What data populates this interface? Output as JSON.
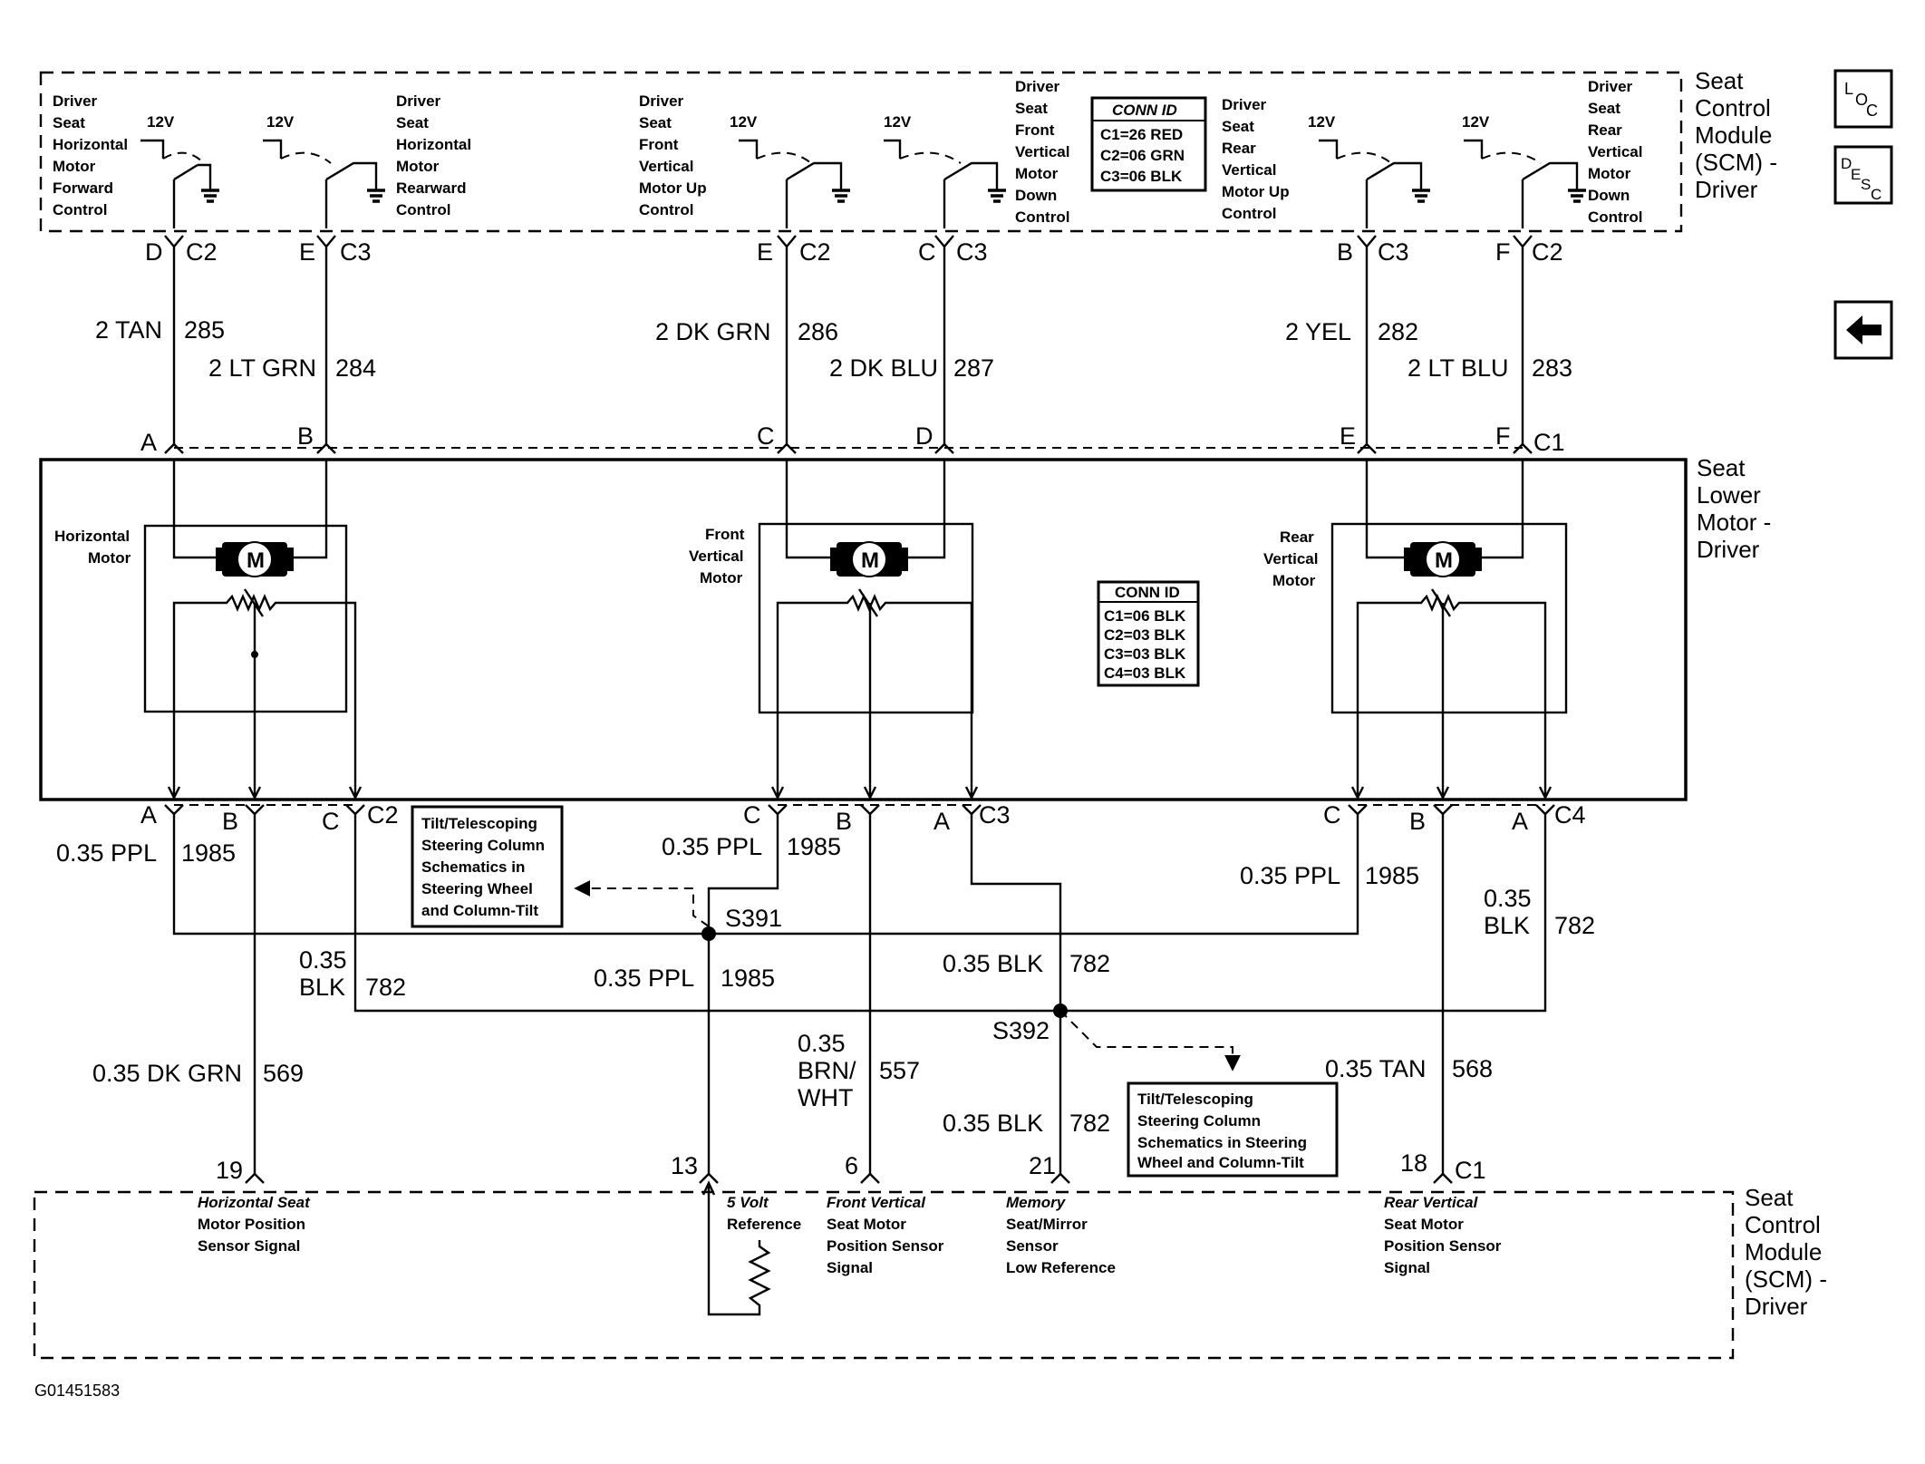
{
  "figure_id": "G01451583",
  "top_module_label": [
    "Seat",
    "Control",
    "Module",
    "(SCM) -",
    "Driver"
  ],
  "bottom_module_label": [
    "Seat",
    "Control",
    "Module",
    "(SCM) -",
    "Driver"
  ],
  "lower_motor_label": [
    "Seat",
    "Lower",
    "Motor -",
    "Driver"
  ],
  "nav_buttons": {
    "loc": "LOC",
    "desc": "DESC",
    "back_icon": "left-arrow-icon"
  },
  "supply_label": "12V",
  "switch_labels": {
    "s1": [
      "Driver",
      "Seat",
      "Horizontal",
      "Motor",
      "Forward",
      "Control"
    ],
    "s2": [
      "Driver",
      "Seat",
      "Horizontal",
      "Motor",
      "Rearward",
      "Control"
    ],
    "s3": [
      "Driver",
      "Seat",
      "Front",
      "Vertical",
      "Motor Up",
      "Control"
    ],
    "s4": [
      "Driver",
      "Seat",
      "Front",
      "Vertical",
      "Motor",
      "Down",
      "Control"
    ],
    "s5": [
      "Driver",
      "Seat",
      "Rear",
      "Vertical",
      "Motor Up",
      "Control"
    ],
    "s6": [
      "Driver",
      "Seat",
      "Rear",
      "Vertical",
      "Motor",
      "Down",
      "Control"
    ]
  },
  "scm_conn_id": {
    "title": "CONN ID",
    "rows": [
      "C1=26 RED",
      "C2=06 GRN",
      "C3=06 BLK"
    ]
  },
  "motor_conn_id": {
    "title": "CONN ID",
    "rows": [
      "C1=06 BLK",
      "C2=03 BLK",
      "C3=03 BLK",
      "C4=03 BLK"
    ]
  },
  "motor_symbol": "M",
  "motor_labels": {
    "horizontal": [
      "Horizontal",
      "Motor"
    ],
    "front": [
      "Front",
      "Vertical",
      "Motor"
    ],
    "rear": [
      "Rear",
      "Vertical",
      "Motor"
    ]
  },
  "top_pins": [
    {
      "pin": "D",
      "conn": "C2"
    },
    {
      "pin": "E",
      "conn": "C3"
    },
    {
      "pin": "E",
      "conn": "C2"
    },
    {
      "pin": "C",
      "conn": "C3"
    },
    {
      "pin": "B",
      "conn": "C3"
    },
    {
      "pin": "F",
      "conn": "C2"
    }
  ],
  "top_wires": [
    {
      "label": "2 TAN",
      "circuit": "285"
    },
    {
      "label": "2 LT GRN",
      "circuit": "284"
    },
    {
      "label": "2 DK GRN",
      "circuit": "286"
    },
    {
      "label": "2 DK BLU",
      "circuit": "287"
    },
    {
      "label": "2 YEL",
      "circuit": "282"
    },
    {
      "label": "2 LT BLU",
      "circuit": "283"
    }
  ],
  "motor_top_pins": [
    "A",
    "B",
    "C",
    "D",
    "E",
    "F"
  ],
  "motor_top_conn": "C1",
  "motor_bottom_pins": [
    {
      "pin": "A"
    },
    {
      "pin": "B"
    },
    {
      "pin": "C",
      "conn": "C2"
    },
    {
      "pin": "C"
    },
    {
      "pin": "B"
    },
    {
      "pin": "A",
      "conn": "C3"
    },
    {
      "pin": "C"
    },
    {
      "pin": "B"
    },
    {
      "pin": "A",
      "conn": "C4"
    }
  ],
  "lower_wires": {
    "ppl_left": {
      "label": "0.35 PPL",
      "circuit": "1985"
    },
    "ppl_mid": {
      "label": "0.35 PPL",
      "circuit": "1985"
    },
    "ppl_right": {
      "label": "0.35 PPL",
      "circuit": "1985"
    },
    "ppl_down": {
      "label": "0.35 PPL",
      "circuit": "1985"
    },
    "blk_right": {
      "label_l1": "0.35",
      "label_l2": "BLK",
      "circuit": "782"
    },
    "blk_left": {
      "label_l1": "0.35",
      "label_l2": "BLK",
      "circuit": "782"
    },
    "blk_mid": {
      "label": "0.35 BLK",
      "circuit": "782"
    },
    "blk_down": {
      "label": "0.35 BLK",
      "circuit": "782"
    },
    "dkgrn": {
      "label": "0.35 DK GRN",
      "circuit": "569"
    },
    "brn": {
      "label_l1": "0.35",
      "label_l2": "BRN/",
      "label_l3": "WHT",
      "circuit": "557"
    },
    "tan": {
      "label": "0.35 TAN",
      "circuit": "568"
    }
  },
  "splices": {
    "s391": "S391",
    "s392": "S392"
  },
  "ref_boxes": {
    "left": [
      "Tilt/Telescoping",
      "Steering Column",
      "Schematics in",
      "Steering Wheel",
      "and Column-Tilt"
    ],
    "right": [
      "Tilt/Telescoping",
      "Steering Column",
      "Schematics in Steering",
      "Wheel and Column-Tilt"
    ]
  },
  "scm_bottom_pins": [
    "19",
    "13",
    "6",
    "21",
    "18"
  ],
  "scm_bottom_conn": "C1",
  "scm_functions": {
    "f1": [
      "Horizontal Seat",
      "Motor Position",
      "Sensor Signal"
    ],
    "f2": [
      "5 Volt",
      "Reference"
    ],
    "f3": [
      "Front Vertical",
      "Seat Motor",
      "Position Sensor",
      "Signal"
    ],
    "f4": [
      "Memory",
      "Seat/Mirror",
      "Sensor",
      "Low Reference"
    ],
    "f5": [
      "Rear Vertical",
      "Seat Motor",
      "Position Sensor",
      "Signal"
    ]
  }
}
